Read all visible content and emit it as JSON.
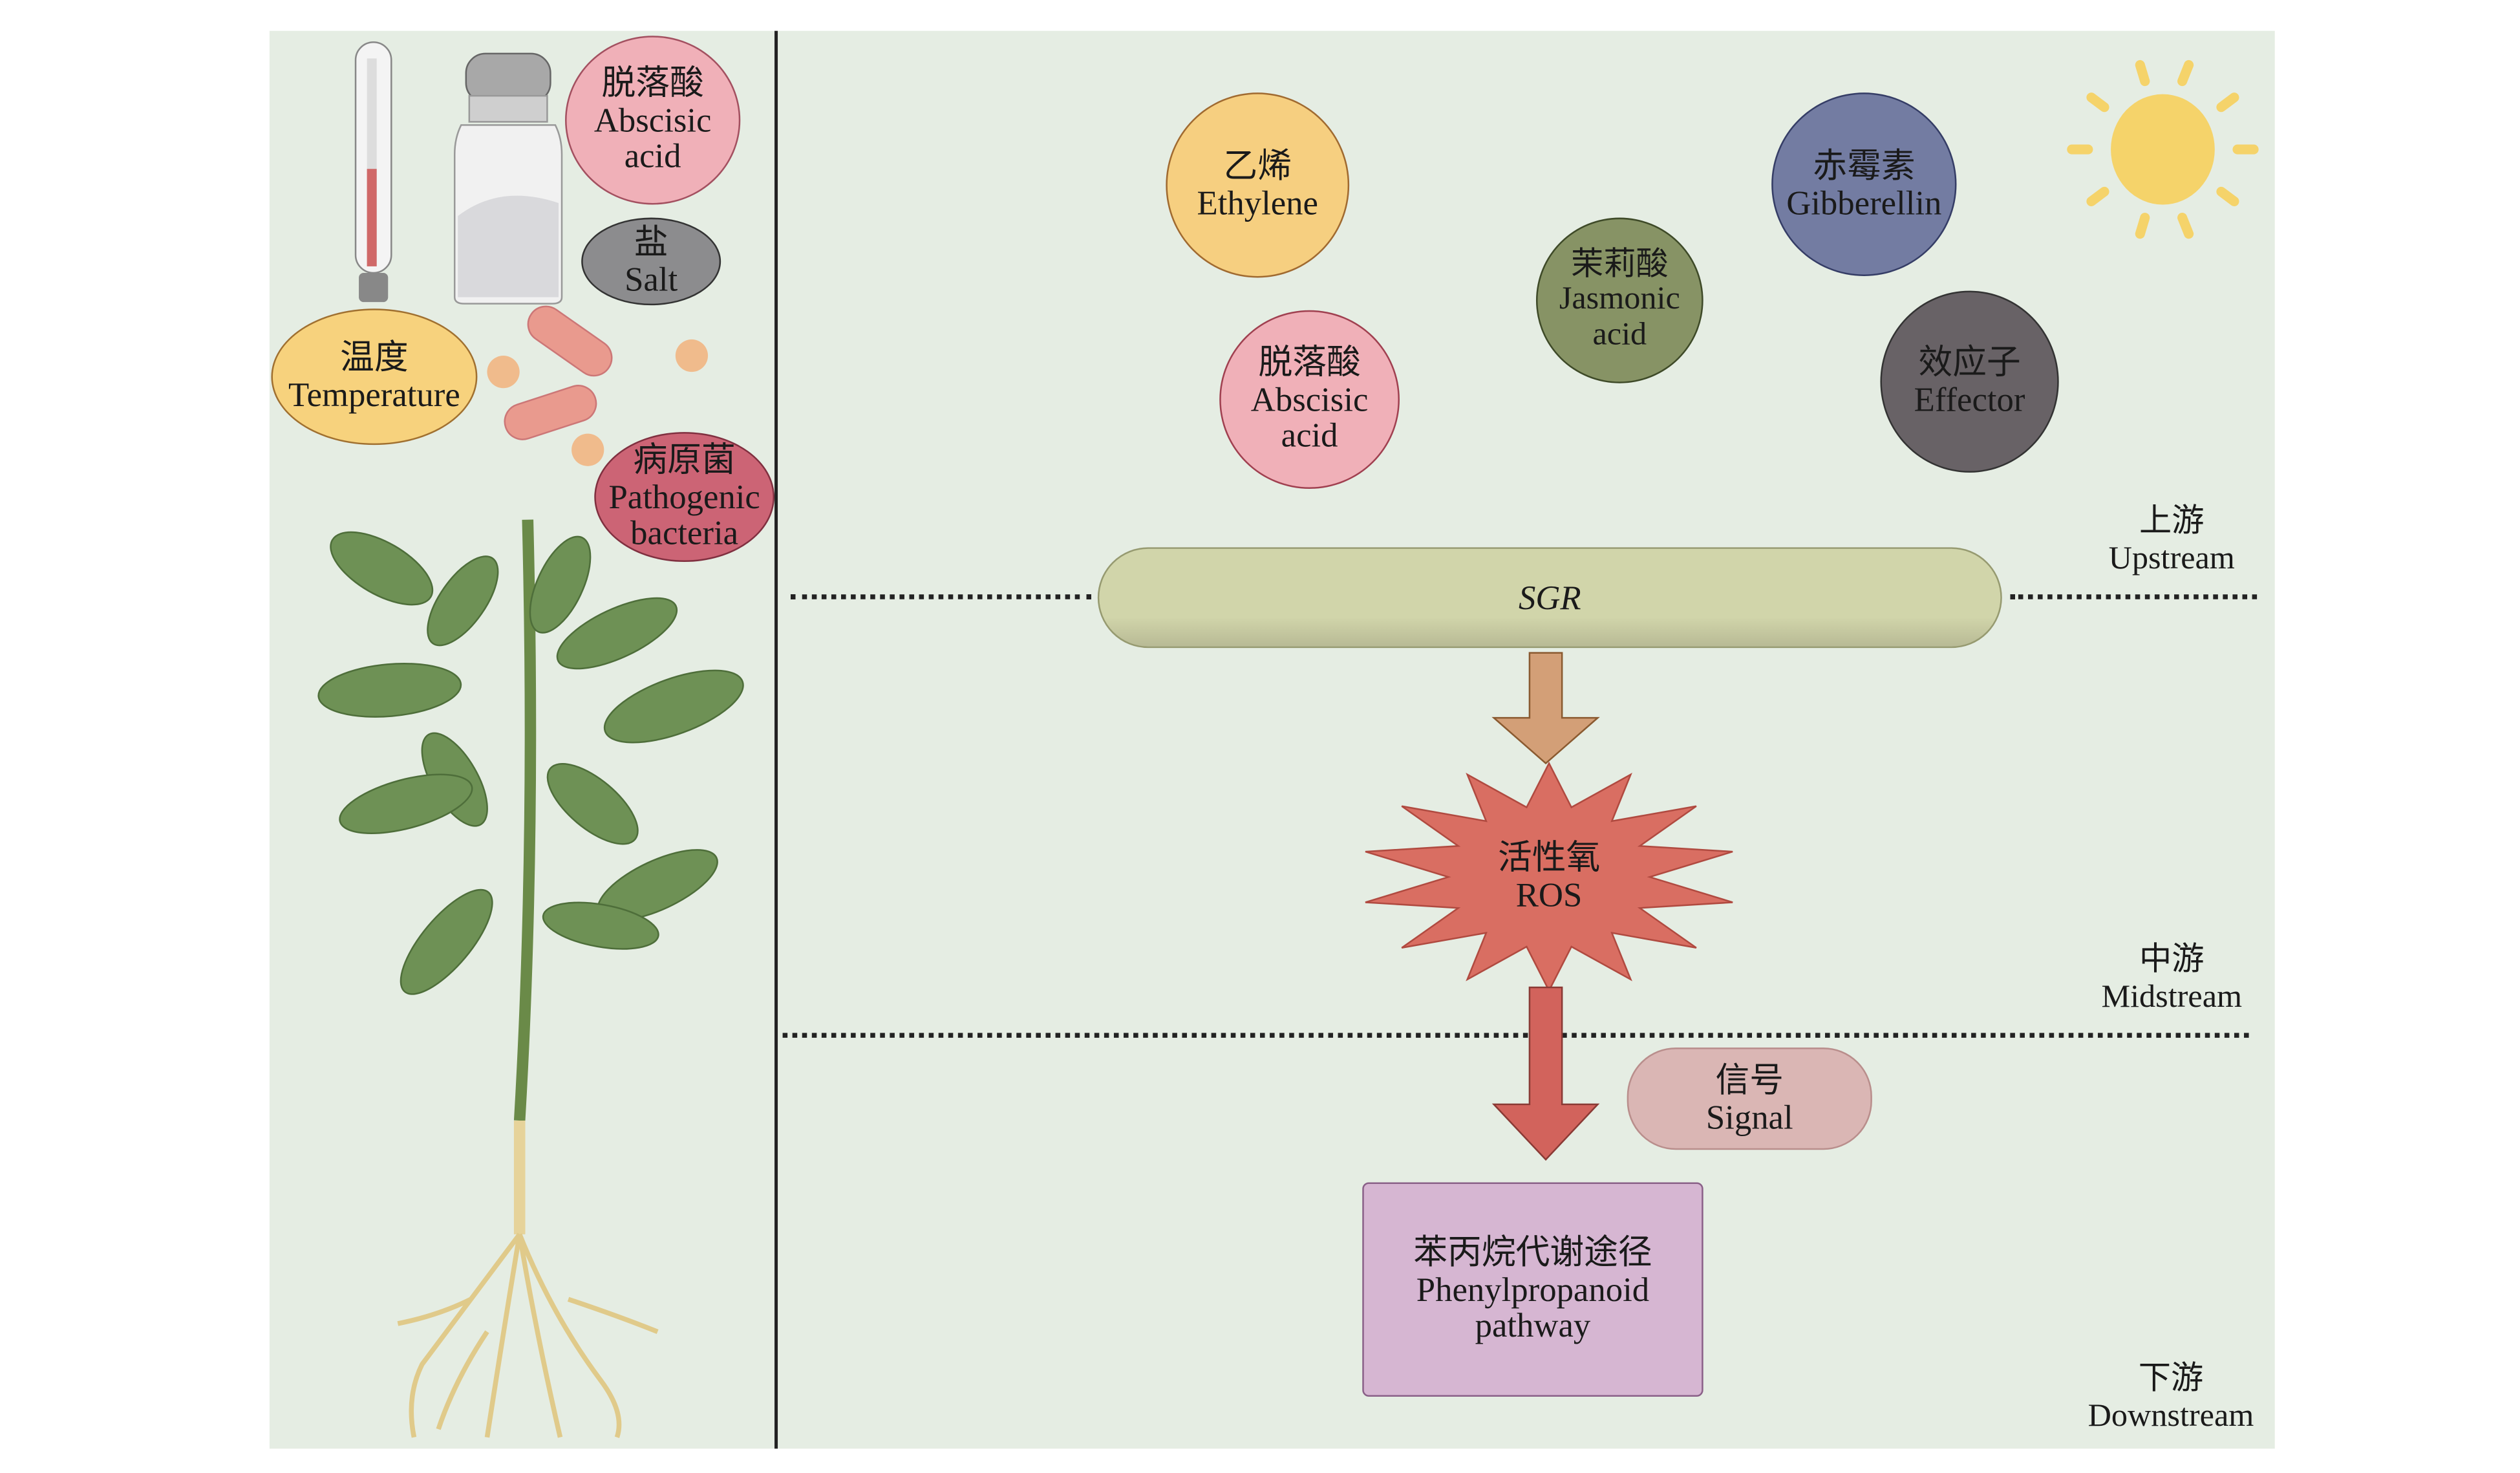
{
  "figure": {
    "left_panel": {
      "factors": [
        {
          "id": "abscisic",
          "zh": "脱落酸",
          "en_lines": [
            "Abscisic",
            "acid"
          ],
          "color": "#f0b0b8"
        },
        {
          "id": "salt",
          "zh": "盐",
          "en_lines": [
            "Salt"
          ],
          "color": "#8c8c8e"
        },
        {
          "id": "temperature",
          "zh": "温度",
          "en_lines": [
            "Temperature"
          ],
          "color": "#f7d27d"
        },
        {
          "id": "pathogen",
          "zh": "病原菌",
          "en_lines": [
            "Pathogenic",
            "bacteria"
          ],
          "color": "#cc6475"
        }
      ],
      "icons": [
        "thermometer-icon",
        "salt-shaker-icon",
        "bacteria-icon",
        "plant-icon"
      ]
    },
    "hormones": [
      {
        "id": "ethylene",
        "zh": "乙烯",
        "en_lines": [
          "Ethylene"
        ],
        "color": "#f6cf80"
      },
      {
        "id": "abscisic2",
        "zh": "脱落酸",
        "en_lines": [
          "Abscisic",
          "acid"
        ],
        "color": "#f0b0b8"
      },
      {
        "id": "jasmonic",
        "zh": "茉莉酸",
        "en_lines": [
          "Jasmonic",
          "acid"
        ],
        "color": "#879365"
      },
      {
        "id": "gibberellin",
        "zh": "赤霉素",
        "en_lines": [
          "Gibberellin"
        ],
        "color": "#737ca2"
      },
      {
        "id": "effector",
        "zh": "效应子",
        "en_lines": [
          "Effector"
        ],
        "color": "#686266"
      }
    ],
    "sgr": {
      "label": "SGR",
      "color": "#cfd3a6"
    },
    "ros": {
      "zh": "活性氧",
      "en": "ROS",
      "color": "#d96e62"
    },
    "signal": {
      "zh": "信号",
      "en": "Signal",
      "color": "#dab6b4"
    },
    "pathway": {
      "zh": "苯丙烷代谢途径",
      "en_lines": [
        "Phenylpropanoid",
        "pathway"
      ],
      "color": "#d6b6d2"
    },
    "stages": [
      {
        "zh": "上游",
        "en": "Upstream"
      },
      {
        "zh": "中游",
        "en": "Midstream"
      },
      {
        "zh": "下游",
        "en": "Downstream"
      }
    ]
  }
}
